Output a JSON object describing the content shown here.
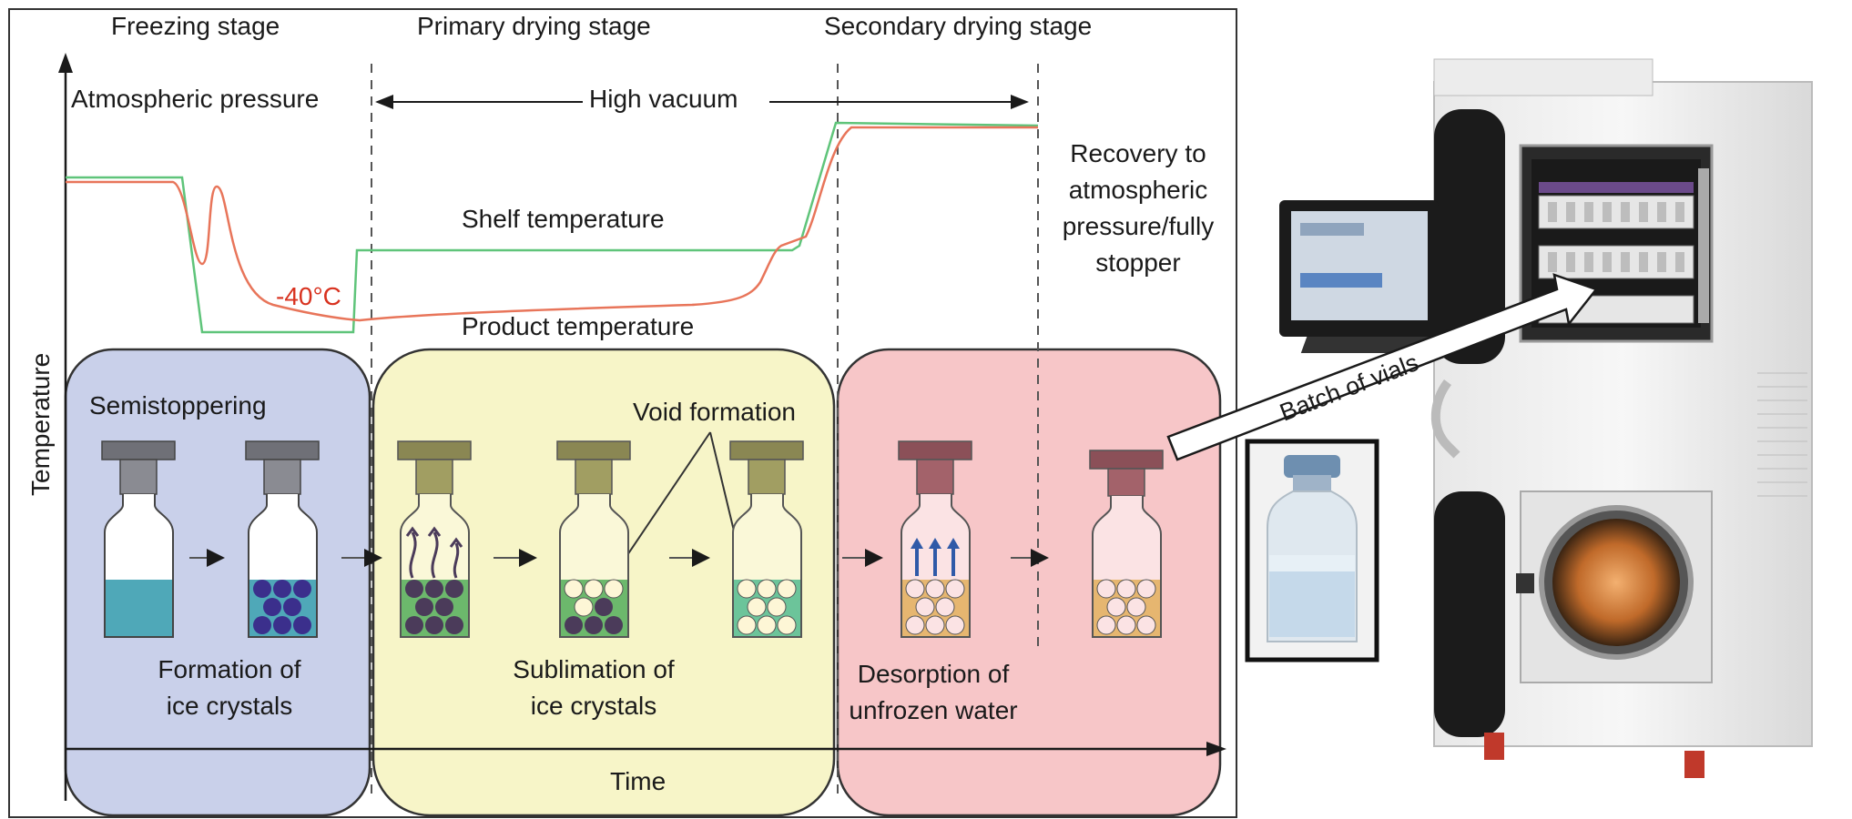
{
  "stages": {
    "freezing": "Freezing stage",
    "primary": "Primary drying stage",
    "secondary": "Secondary drying stage"
  },
  "pressure": {
    "atmospheric": "Atmospheric pressure",
    "vacuum": "High vacuum",
    "recovery": [
      "Recovery to",
      "atmospheric",
      "pressure/fully",
      "stopper"
    ]
  },
  "curves": {
    "shelf_label": "Shelf temperature",
    "product_label": "Product temperature",
    "temp_marker": "-40°C",
    "shelf_color": "#5fc47a",
    "product_color": "#e8755a"
  },
  "axes": {
    "ylabel": "Temperature",
    "xlabel": "Time"
  },
  "phases": {
    "semistoppering": "Semistoppering",
    "void_formation": "Void formation",
    "formation": [
      "Formation of",
      "ice crystals"
    ],
    "sublimation": [
      "Sublimation of",
      "ice crystals"
    ],
    "desorption": [
      "Desorption of",
      "unfrozen water"
    ],
    "freezing_color": "#c9d0ea",
    "primary_color": "#f7f5c8",
    "secondary_color": "#f7c6c8"
  },
  "equipment": {
    "batch_label": "Batch of vials"
  }
}
